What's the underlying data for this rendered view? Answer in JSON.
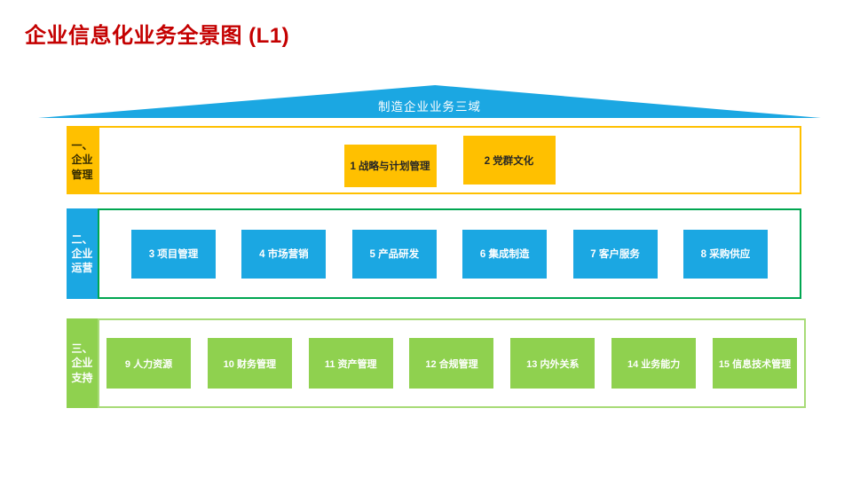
{
  "title": "企业信息化业务全景图 (L1)",
  "roof": {
    "label": "制造企业业务三域"
  },
  "bands": [
    {
      "tab_label": "一、企业管理",
      "items": [
        {
          "label": "1 战略与计划管理"
        },
        {
          "label": "2 党群文化"
        }
      ]
    },
    {
      "tab_label": "二、企业运营",
      "items": [
        {
          "label": "3 项目管理"
        },
        {
          "label": "4 市场营销"
        },
        {
          "label": "5 产品研发"
        },
        {
          "label": "6 集成制造"
        },
        {
          "label": "7 客户服务"
        },
        {
          "label": "8 采购供应"
        }
      ]
    },
    {
      "tab_label": "三、企业支持",
      "items": [
        {
          "label": "9 人力资源"
        },
        {
          "label": "10 财务管理"
        },
        {
          "label": "11 资产管理"
        },
        {
          "label": "12 合规管理"
        },
        {
          "label": "13 内外关系"
        },
        {
          "label": "14 业务能力"
        },
        {
          "label": "15 信息技术管理"
        }
      ]
    }
  ],
  "colors": {
    "title_red": "#C40000",
    "banner_blue": "#1BA7E2",
    "band1_accent_yellow": "#FFC000",
    "band2_border_green": "#00A651",
    "band2_item_blue": "#1BA7E2",
    "band3_item_green": "#8FD14F",
    "band3_border_light_green": "#A8DB77"
  }
}
